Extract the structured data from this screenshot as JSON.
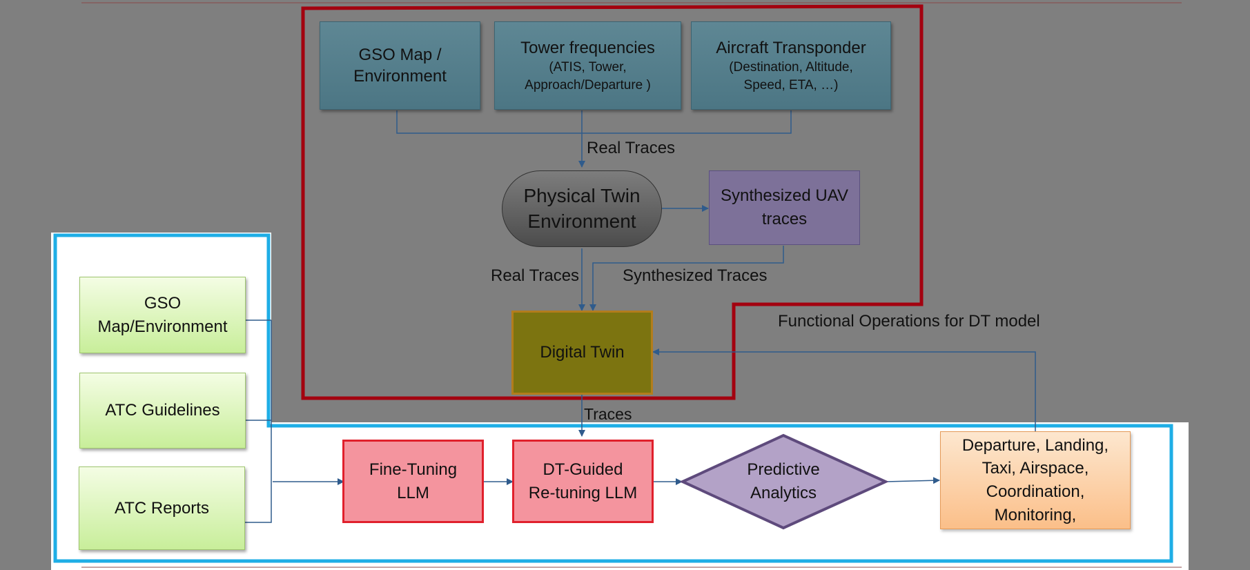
{
  "diagram": {
    "inputs": {
      "gso_map": "GSO Map /\nEnvironment",
      "tower_title": "Tower frequencies",
      "tower_sub": "(ATIS, Tower,\nApproach/Departure )",
      "transponder_title": "Aircraft Transponder",
      "transponder_sub": "(Destination, Altitude,\nSpeed, ETA, …)"
    },
    "physical_twin": "Physical Twin\nEnvironment",
    "synth_uav": "Synthesized UAV\ntraces",
    "digital_twin": "Digital Twin",
    "edge_labels": {
      "real_traces_top": "Real Traces",
      "real_traces_left": "Real Traces",
      "synth_traces": "Synthesized Traces",
      "traces": "Traces"
    },
    "functional_ops": "Functional Operations for DT model",
    "left_sources": {
      "gso": "GSO\nMap/Environment",
      "guidelines": "ATC Guidelines",
      "reports": "ATC Reports"
    },
    "fine_tuning": "Fine-Tuning\nLLM",
    "dt_guided": "DT-Guided\nRe-tuning  LLM",
    "predictive": "Predictive\nAnalytics",
    "operations": "Departure, Landing,\nTaxi, Airspace,\nCoordination,\nMonitoring,",
    "colors": {
      "background": "#7f7f7f",
      "red_frame": "#a3000f",
      "blue_frame": "#1eaee6",
      "input_box": "#547f8d",
      "synth_box": "#7d7199",
      "digital_twin": "#7c7410",
      "llm_box": "#f4949e",
      "predictive": "#b3a2c7",
      "operations": "#fcc79a",
      "arrow": "#2f5b8c"
    }
  }
}
